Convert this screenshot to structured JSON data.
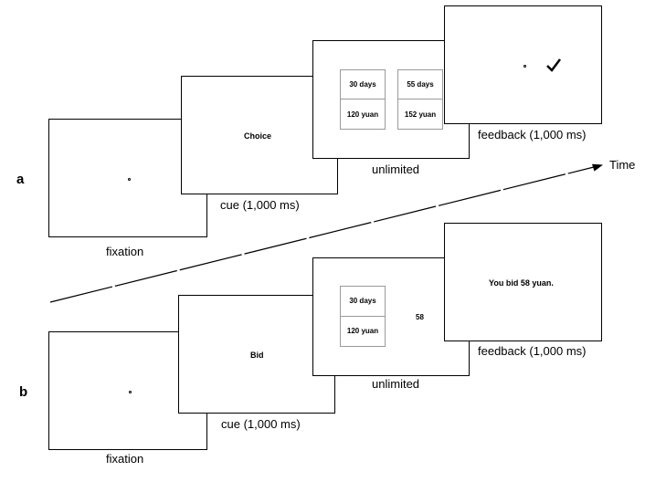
{
  "time_label": "Time",
  "panel_a": {
    "letter": "a",
    "fixation_label": "fixation",
    "cue_label": "cue (1,000 ms)",
    "cue_text": "Choice",
    "choice_label": "unlimited",
    "options": [
      {
        "delay": "30 days",
        "amount": "120 yuan"
      },
      {
        "delay": "55 days",
        "amount": "152 yuan"
      }
    ],
    "feedback_label": "feedback (1,000 ms)",
    "feedback_icon": "checkmark-icon"
  },
  "panel_b": {
    "letter": "b",
    "fixation_label": "fixation",
    "cue_label": "cue (1,000 ms)",
    "cue_text": "Bid",
    "choice_label": "unlimited",
    "option": {
      "delay": "30 days",
      "amount": "120 yuan"
    },
    "bid_value": "58",
    "feedback_label": "feedback (1,000 ms)",
    "feedback_text": "You bid 58 yuan."
  }
}
